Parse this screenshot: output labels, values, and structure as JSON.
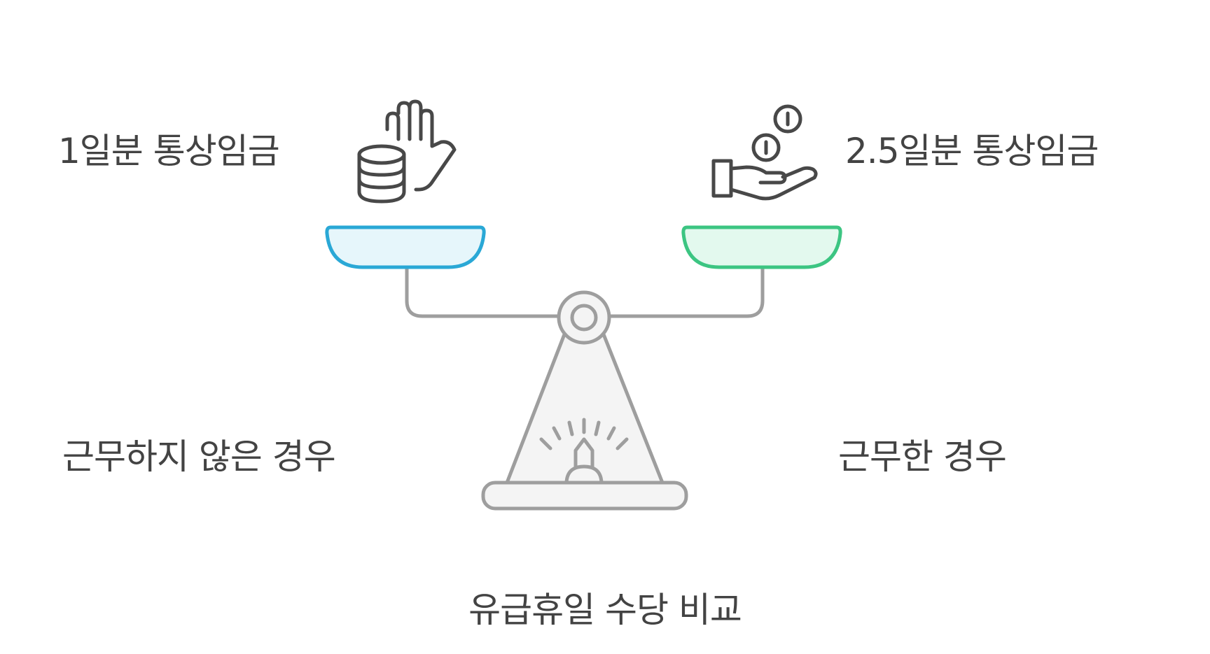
{
  "labels": {
    "left_top": "1일분 통상임금",
    "right_top": "2.5일분 통상임금",
    "left_bottom": "근무하지 않은 경우",
    "right_bottom": "근무한 경우",
    "title": "유급휴일 수당 비교"
  },
  "colors": {
    "text": "#434343",
    "outline": "#9e9e9e",
    "icon": "#484848",
    "left_pan_stroke": "#2aa8d6",
    "left_pan_fill": "#e6f6fb",
    "right_pan_stroke": "#3cc582",
    "right_pan_fill": "#e3f9ee",
    "stand_fill": "#f4f4f4"
  },
  "icons": {
    "left": "coins-hand-icon",
    "right": "hand-receiving-coins-icon"
  }
}
